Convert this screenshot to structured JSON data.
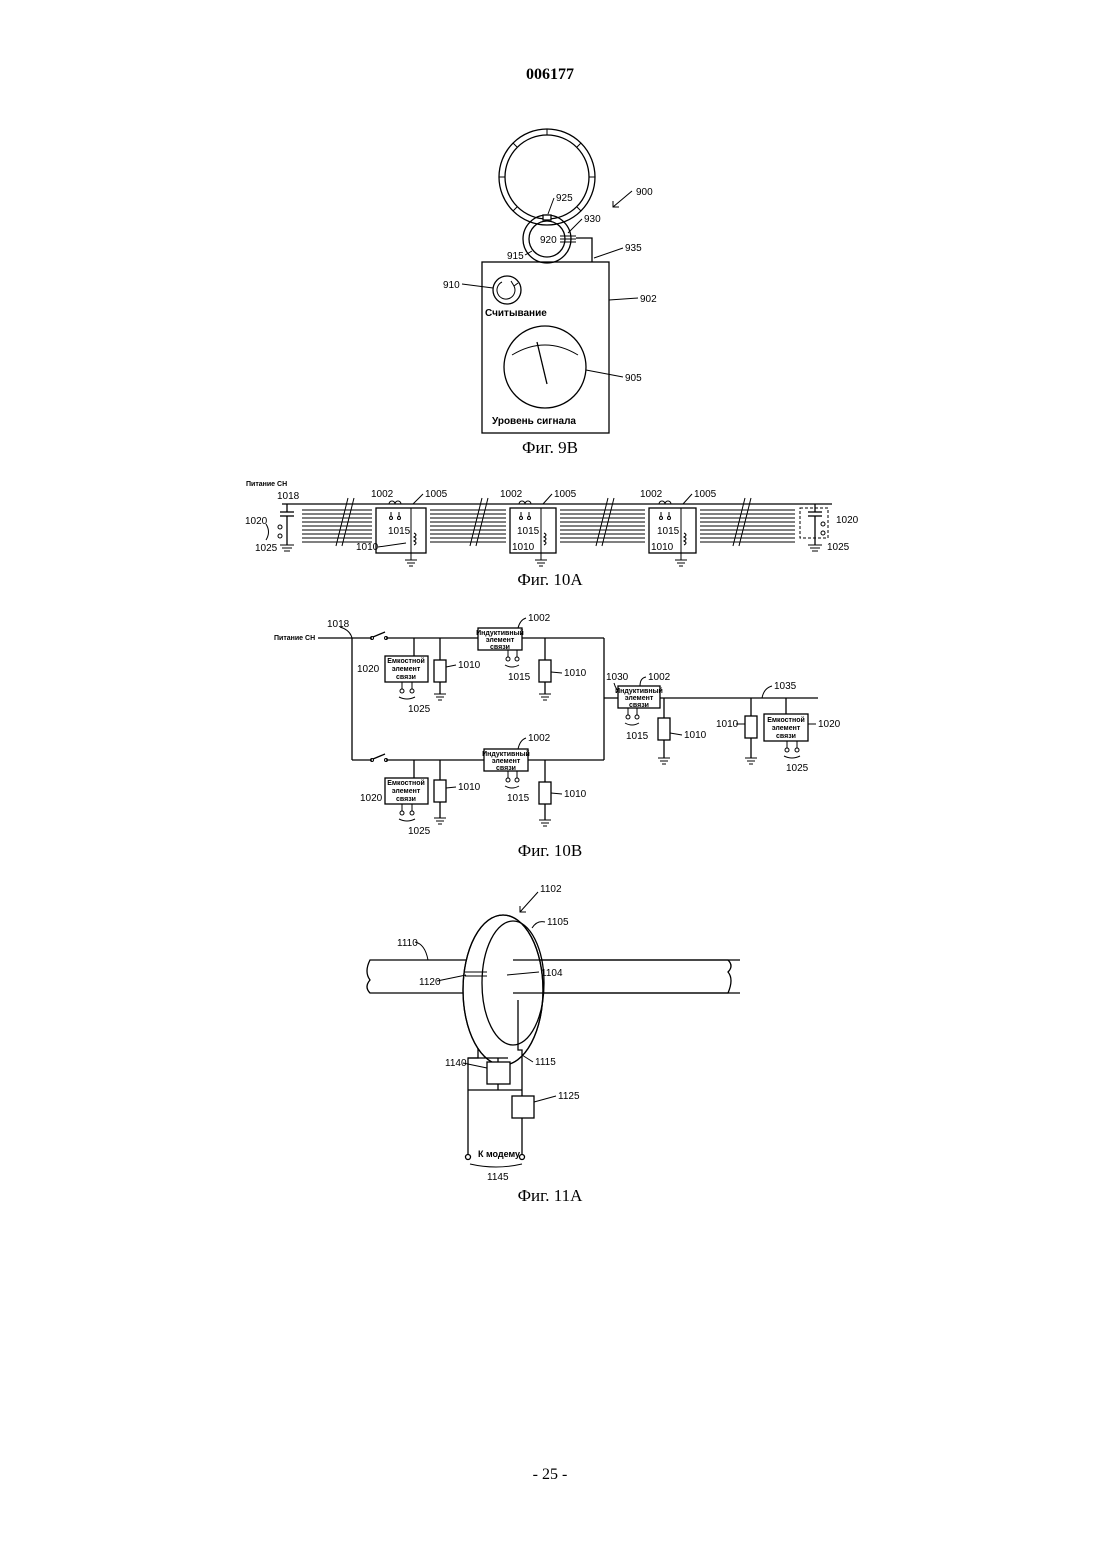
{
  "page": {
    "header": "006177",
    "page_number": "- 25 -"
  },
  "fig9b": {
    "caption": "Фиг. 9B",
    "label_read": "Считывание",
    "label_level": "Уровень сигнала",
    "refs": {
      "r900": "900",
      "r925": "925",
      "r930": "930",
      "r920": "920",
      "r915": "915",
      "r935": "935",
      "r910": "910",
      "r902": "902",
      "r905": "905"
    }
  },
  "fig10a": {
    "caption": "Фиг. 10A",
    "power_label": "Питание СН",
    "refs": {
      "r1018": "1018",
      "r1020": "1020",
      "r1025": "1025",
      "r1002": "1002",
      "r1005": "1005",
      "r1015": "1015",
      "r1010": "1010"
    }
  },
  "fig10b": {
    "caption": "Фиг. 10B",
    "power_label": "Питание СН",
    "inductive_coupler": [
      "Индуктивный",
      "элемент",
      "связи"
    ],
    "capacitive_coupler": [
      "Емкостной",
      "элемент",
      "связи"
    ],
    "refs": {
      "r1018": "1018",
      "r1002": "1002",
      "r1020": "1020",
      "r1010": "1010",
      "r1015": "1015",
      "r1025": "1025",
      "r1030": "1030",
      "r1035": "1035"
    }
  },
  "fig11a": {
    "caption": "Фиг. 11A",
    "modem_label": "К модему",
    "refs": {
      "r1102": "1102",
      "r1105": "1105",
      "r1110": "1110",
      "r1120": "1120",
      "r1104": "1104",
      "r1140": "1140",
      "r1115": "1115",
      "r1125": "1125",
      "r1145": "1145"
    }
  }
}
